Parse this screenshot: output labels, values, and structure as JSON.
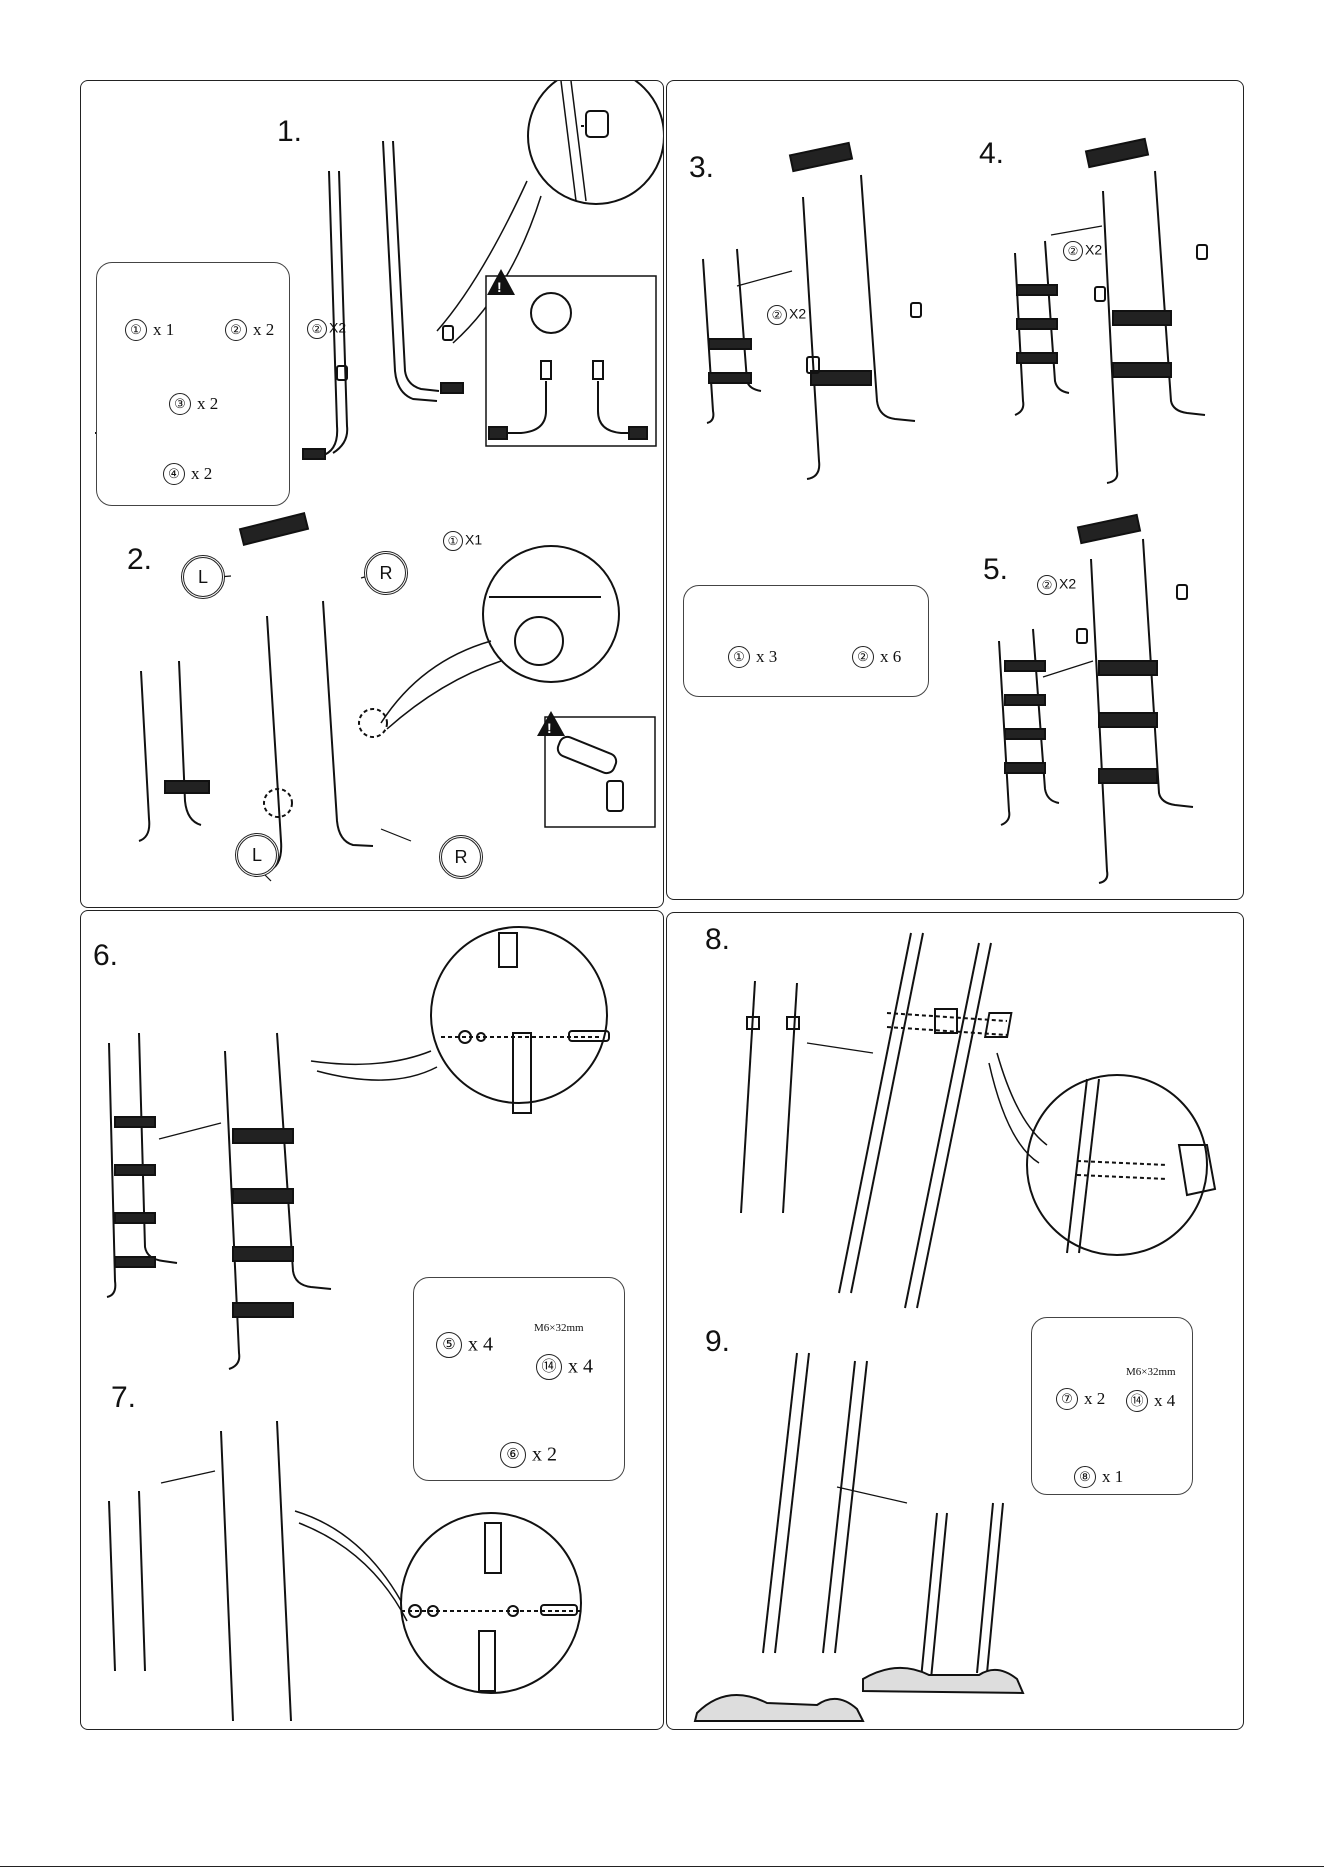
{
  "steps": {
    "s1": "1.",
    "s2": "2.",
    "s3": "3.",
    "s4": "4.",
    "s5": "5.",
    "s6": "6.",
    "s7": "7.",
    "s8": "8.",
    "s9": "9."
  },
  "inventory_1": {
    "items": [
      {
        "num": "①",
        "qty": "x 1"
      },
      {
        "num": "②",
        "qty": "x 2"
      },
      {
        "num": "③",
        "qty": "x 2"
      },
      {
        "num": "④",
        "qty": "x 2"
      }
    ]
  },
  "inventory_3": {
    "items": [
      {
        "num": "①",
        "qty": "x 3"
      },
      {
        "num": "②",
        "qty": "x 6"
      }
    ]
  },
  "inventory_6": {
    "items": [
      {
        "num": "⑤",
        "qty": "x 4"
      },
      {
        "num": "⑭",
        "qty": "x 4"
      },
      {
        "num": "⑥",
        "qty": "x 2"
      }
    ],
    "bolt_size": "M6×32mm"
  },
  "inventory_9": {
    "items": [
      {
        "num": "⑦",
        "qty": "x 2"
      },
      {
        "num": "⑭",
        "qty": "x 4"
      },
      {
        "num": "⑧",
        "qty": "x 1"
      }
    ],
    "bolt_size": "M6×32mm"
  },
  "callouts": {
    "c1": {
      "num": "②",
      "qty": "X2"
    },
    "c2": {
      "num": "①",
      "qty": "X1"
    },
    "c3": {
      "num": "②",
      "qty": "X2"
    },
    "c4": {
      "num": "②",
      "qty": "X2"
    },
    "c5": {
      "num": "②",
      "qty": "X2"
    }
  },
  "badges": {
    "left": "L",
    "right": "R"
  },
  "icons": [
    "warning-icon",
    "magnifier-detail",
    "ladder-rail",
    "ladder-step",
    "sleeve-insert",
    "bolt",
    "nut",
    "washer",
    "foot-base",
    "bracket"
  ]
}
